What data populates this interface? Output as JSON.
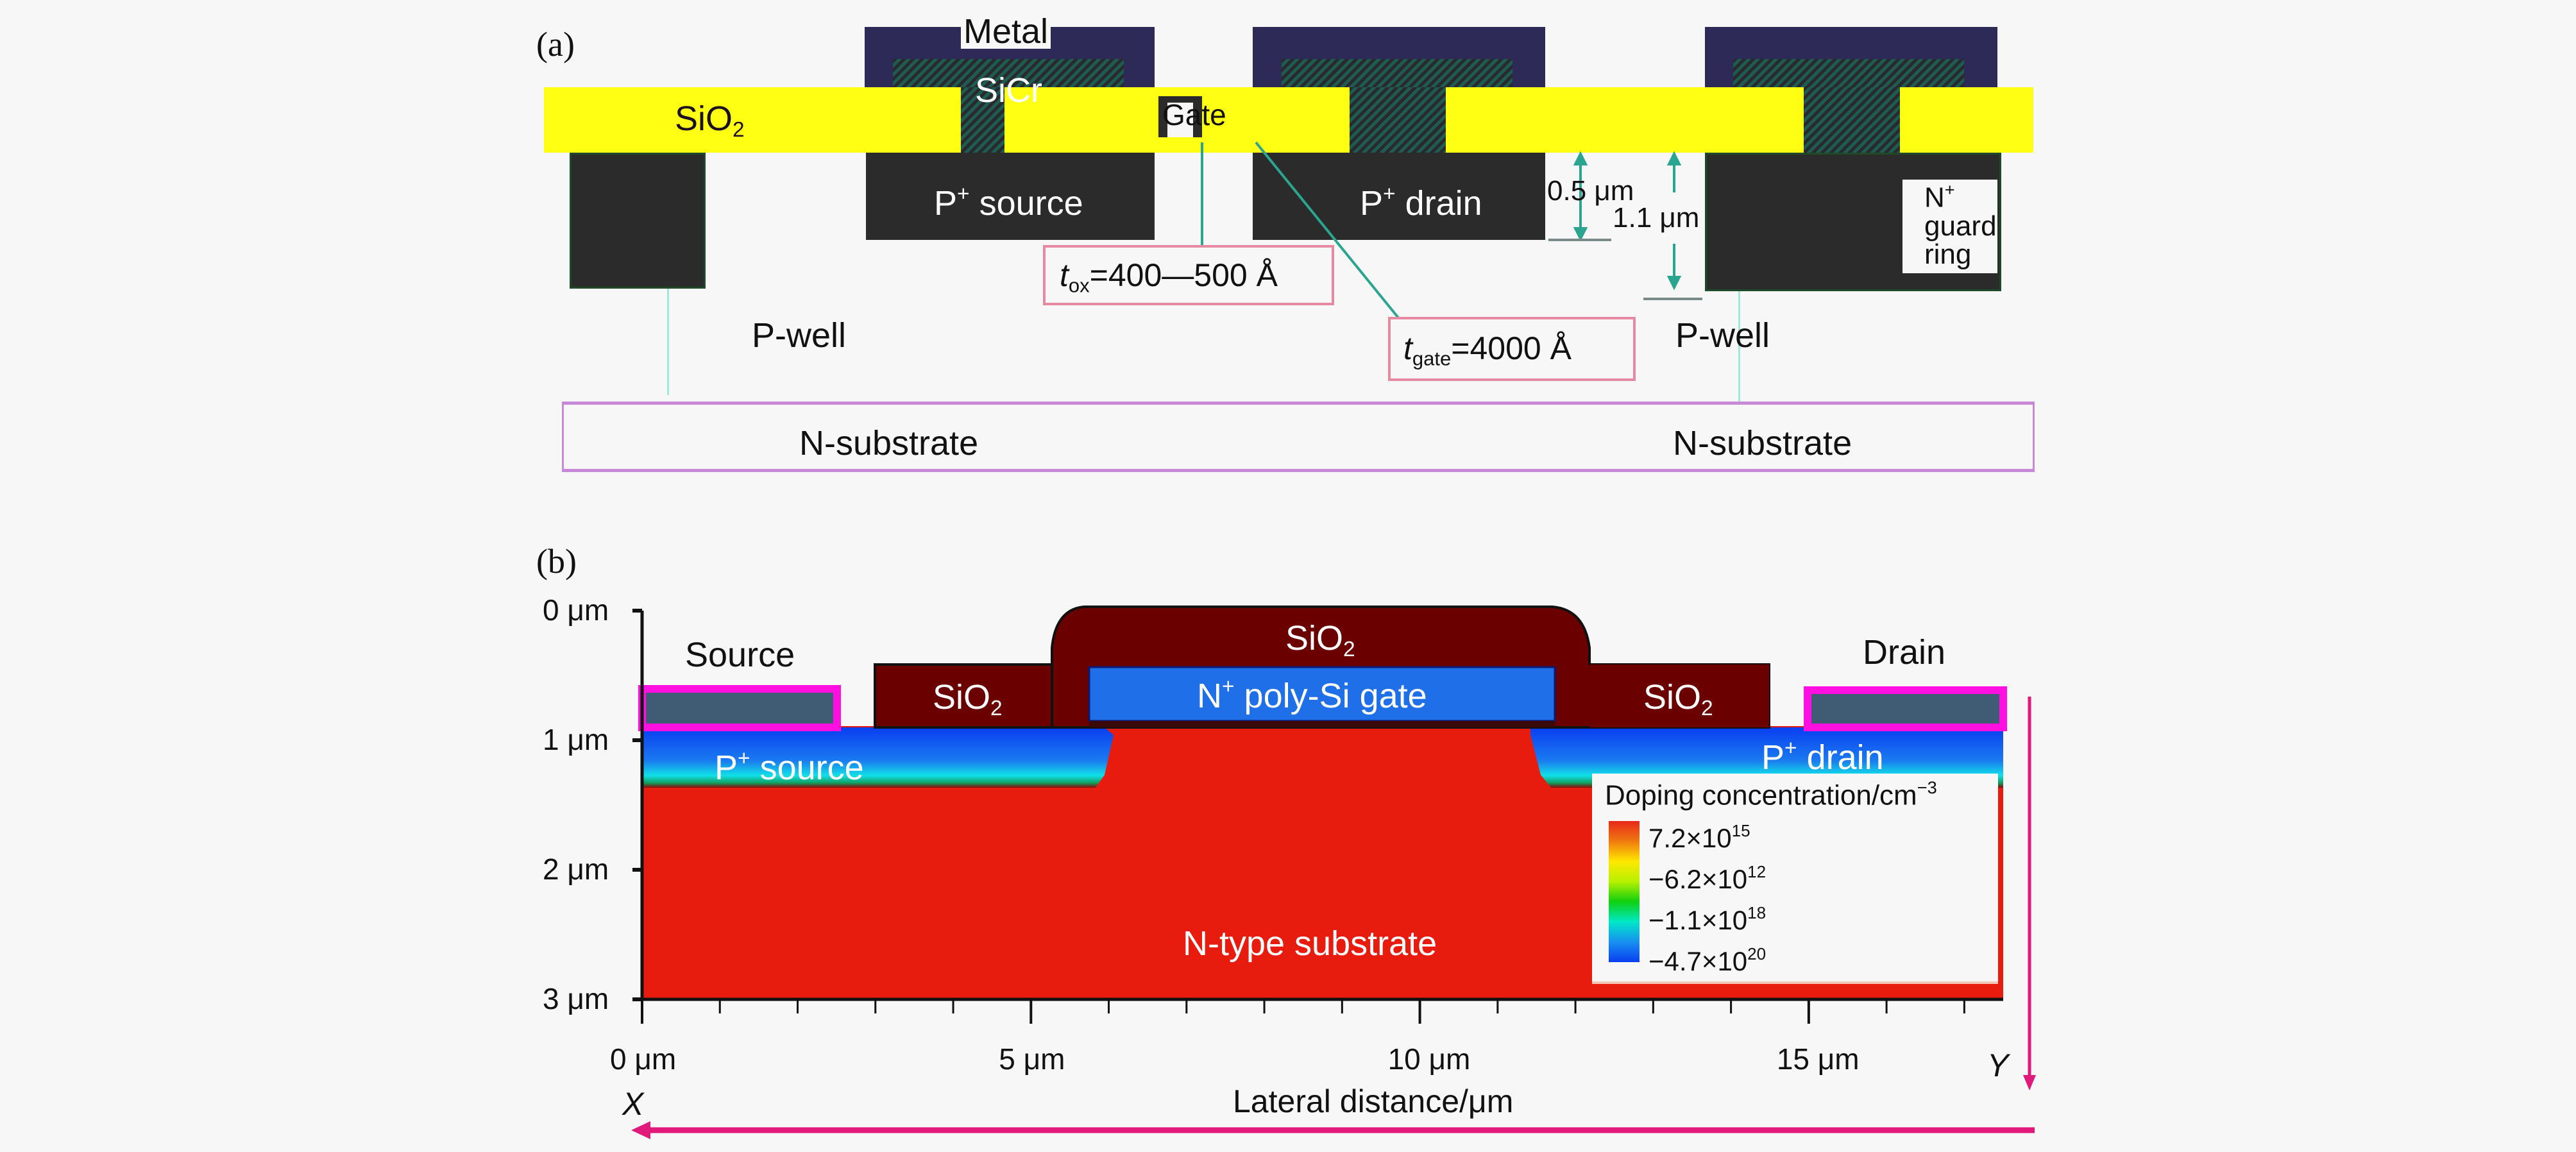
{
  "panel_a": {
    "label": "(a)",
    "metal_label": "Metal",
    "sicr_label": "SiCr",
    "oxide_label": "SiO",
    "oxide_sub": "2",
    "gate_label": "Gate",
    "source_label_sup": "+",
    "source_label_pre": "P",
    "source_label_post": " source",
    "drain_label_pre": "P",
    "drain_label_sup": "+",
    "drain_label_post": " drain",
    "guard_ring_pre": "N",
    "guard_ring_sup": "+",
    "guard_ring_line1": "guard",
    "guard_ring_line2": "ring",
    "dim_05": "0.5 μm",
    "dim_11": "1.1 μm",
    "tox_t": "t",
    "tox_sub": "ox",
    "tox_value": "=400—500 Å",
    "tgate_t": "t",
    "tgate_sub": "gate",
    "tgate_value": "=4000 Å",
    "pwell_left": "P-well",
    "pwell_right": "P-well",
    "nsub_left": "N-substrate",
    "nsub_right": "N-substrate"
  },
  "panel_b": {
    "label": "(b)",
    "source_contact": "Source",
    "drain_contact": "Drain",
    "sio2_left": "SiO",
    "sio2_mid": "SiO",
    "sio2_right": "SiO",
    "sio2_sub": "2",
    "gate_pre": "N",
    "gate_sup": "+",
    "gate_post": " poly-Si gate",
    "psource_pre": "P",
    "psource_sup": "+",
    "psource_post": " source",
    "pdrain_pre": "P",
    "pdrain_sup": "+",
    "pdrain_post": " drain",
    "substrate": "N-type substrate",
    "legend": {
      "title": "Doping concentration/cm",
      "title_sup": "−3",
      "entries": [
        {
          "mant": "7.2×10",
          "exp": "15"
        },
        {
          "mant": "−6.2×10",
          "exp": "12"
        },
        {
          "mant": "−1.1×10",
          "exp": "18"
        },
        {
          "mant": "−4.7×10",
          "exp": "20"
        }
      ],
      "colors": [
        "#e8281a",
        "#f07a10",
        "#ffe800",
        "#b8f000",
        "#10d010",
        "#00e8c8",
        "#1890f0",
        "#0a3ef0"
      ]
    },
    "x_axis": {
      "title": "Lateral distance/μm",
      "ticks": [
        "0 μm",
        "5 μm",
        "10 μm",
        "15 μm"
      ],
      "tick_values": [
        0,
        5,
        10,
        15
      ],
      "range": [
        0,
        17.5
      ],
      "minor_step": 1,
      "arrow_label": "X"
    },
    "y_axis": {
      "ticks": [
        "0 μm",
        "1 μm",
        "2 μm",
        "3 μm"
      ],
      "tick_values": [
        0,
        1,
        2,
        3
      ],
      "range": [
        0,
        3
      ],
      "arrow_label": "Y"
    }
  },
  "colors": {
    "oxide_yellow": "#ffff14",
    "metal_navy": "#2e2a58",
    "implant_dark": "#2b2b2b",
    "sio2_maroon": "#6a0000",
    "poly_blue": "#1e6fe8",
    "p_plus_blue": "#0a4ef0",
    "substrate_red": "#e81c0e",
    "contact_magenta": "#ff10e0",
    "arrow_pink": "#e0197a"
  }
}
